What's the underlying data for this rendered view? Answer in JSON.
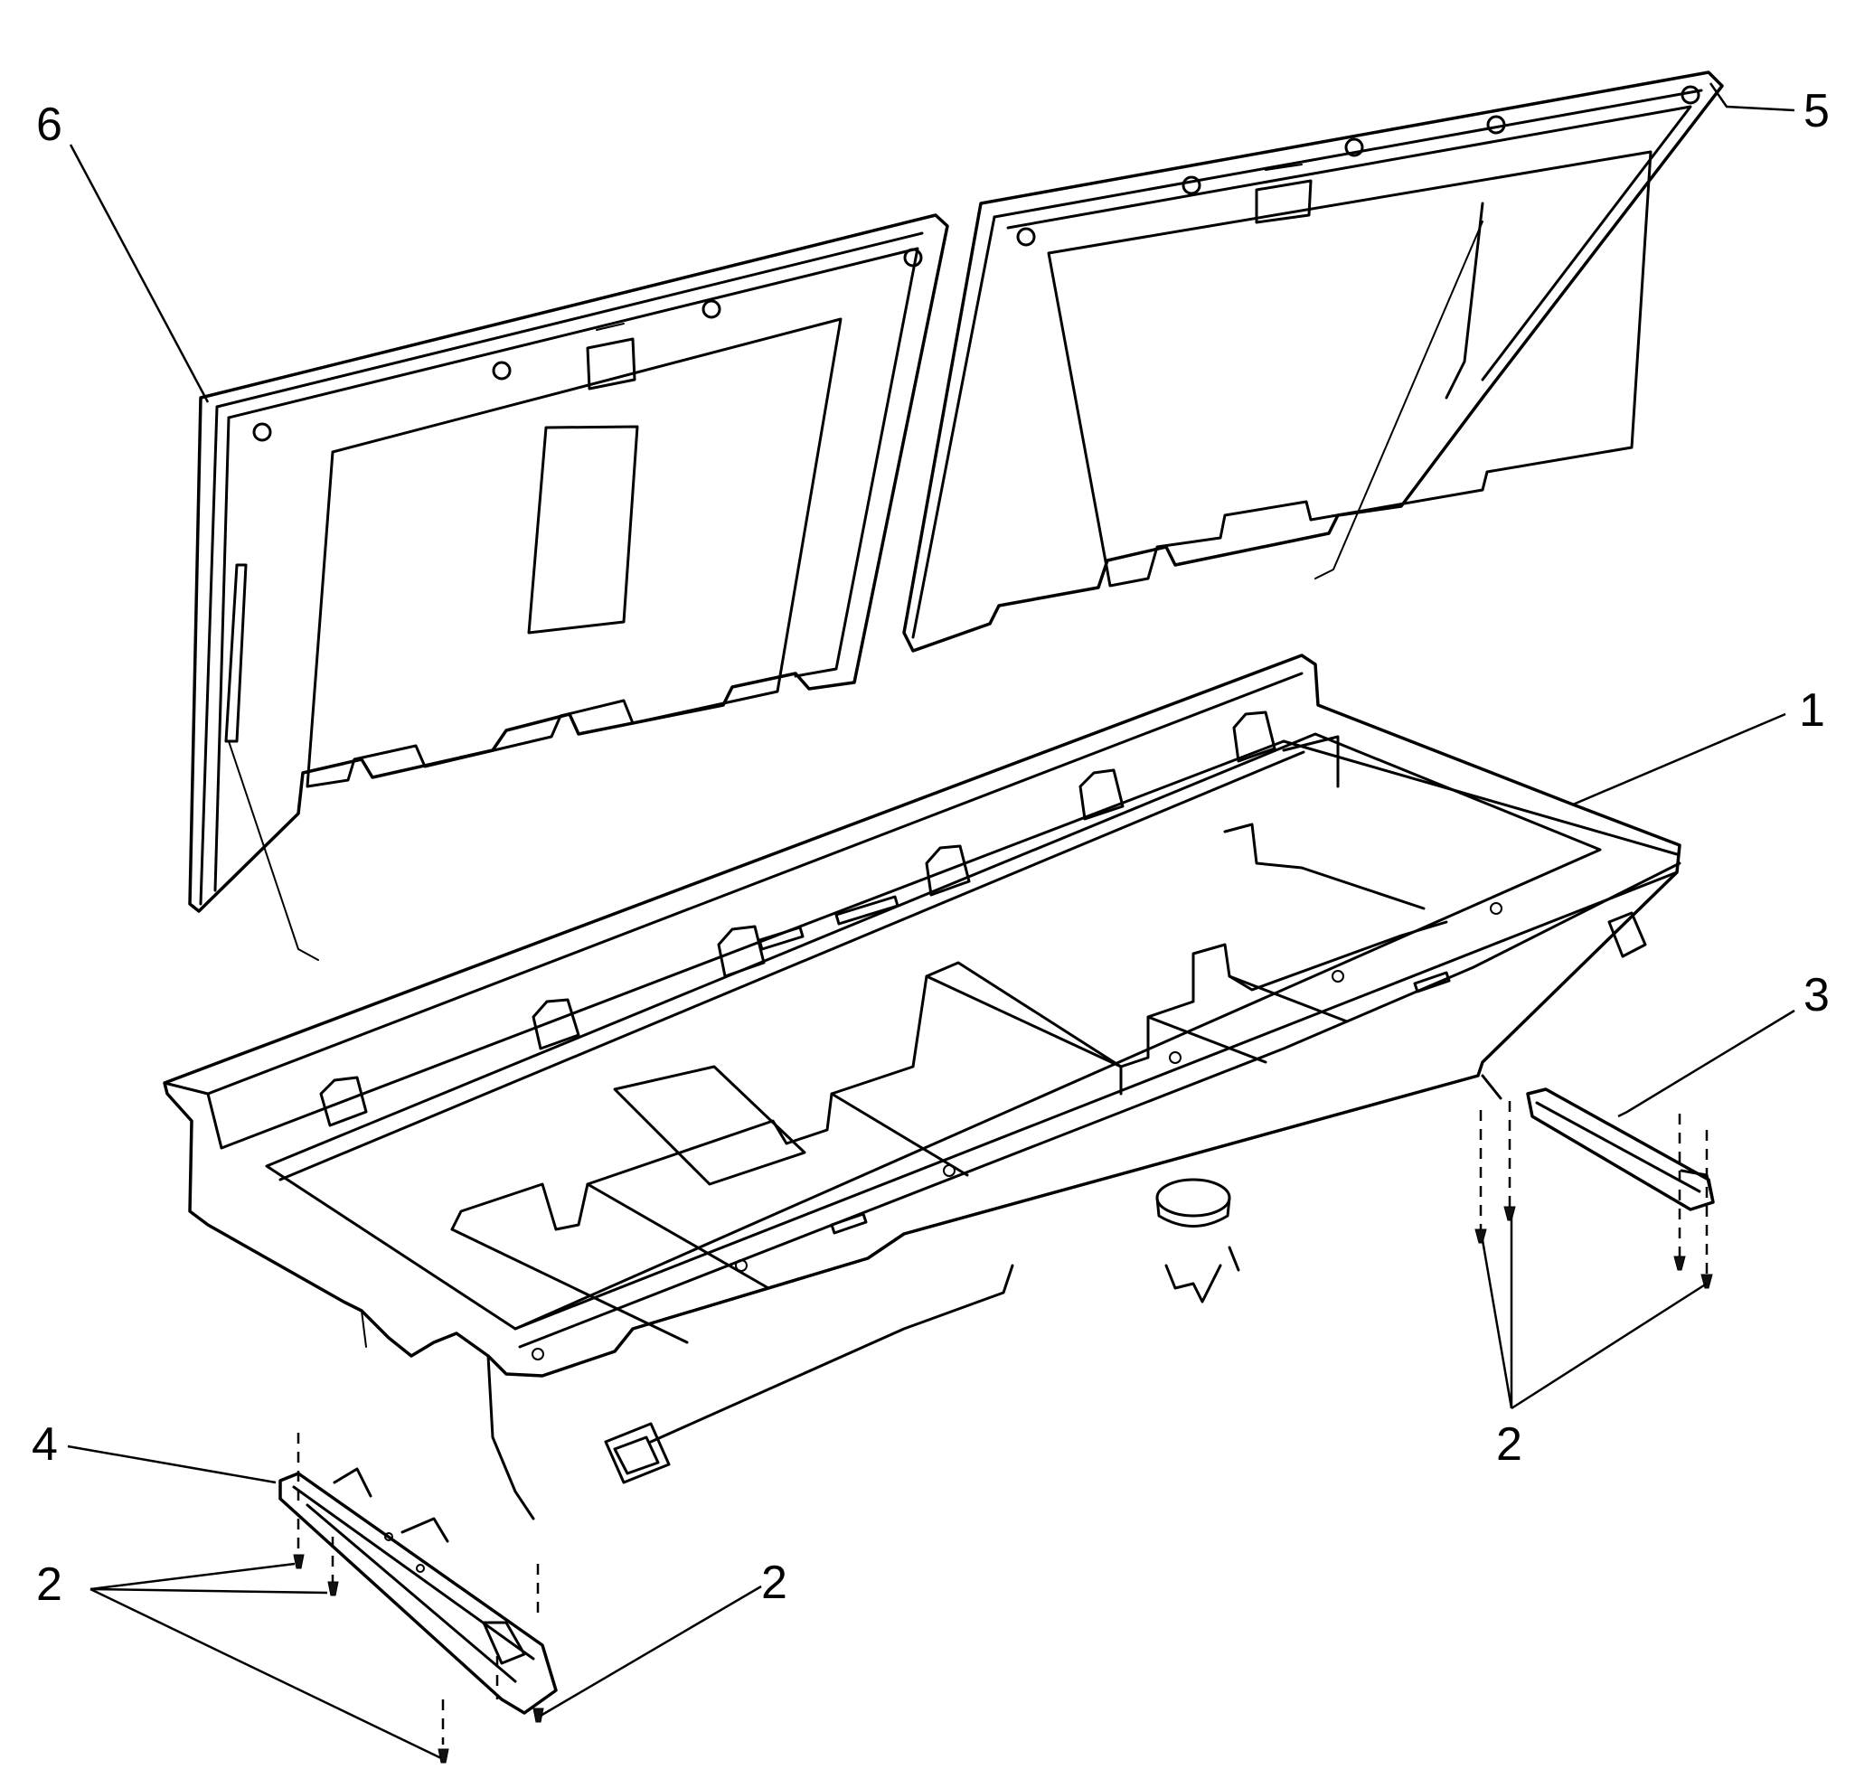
{
  "callouts": {
    "c1": "1",
    "c2a": "2",
    "c2b": "2",
    "c2c": "2",
    "c3": "3",
    "c4": "4",
    "c5": "5",
    "c6": "6"
  }
}
